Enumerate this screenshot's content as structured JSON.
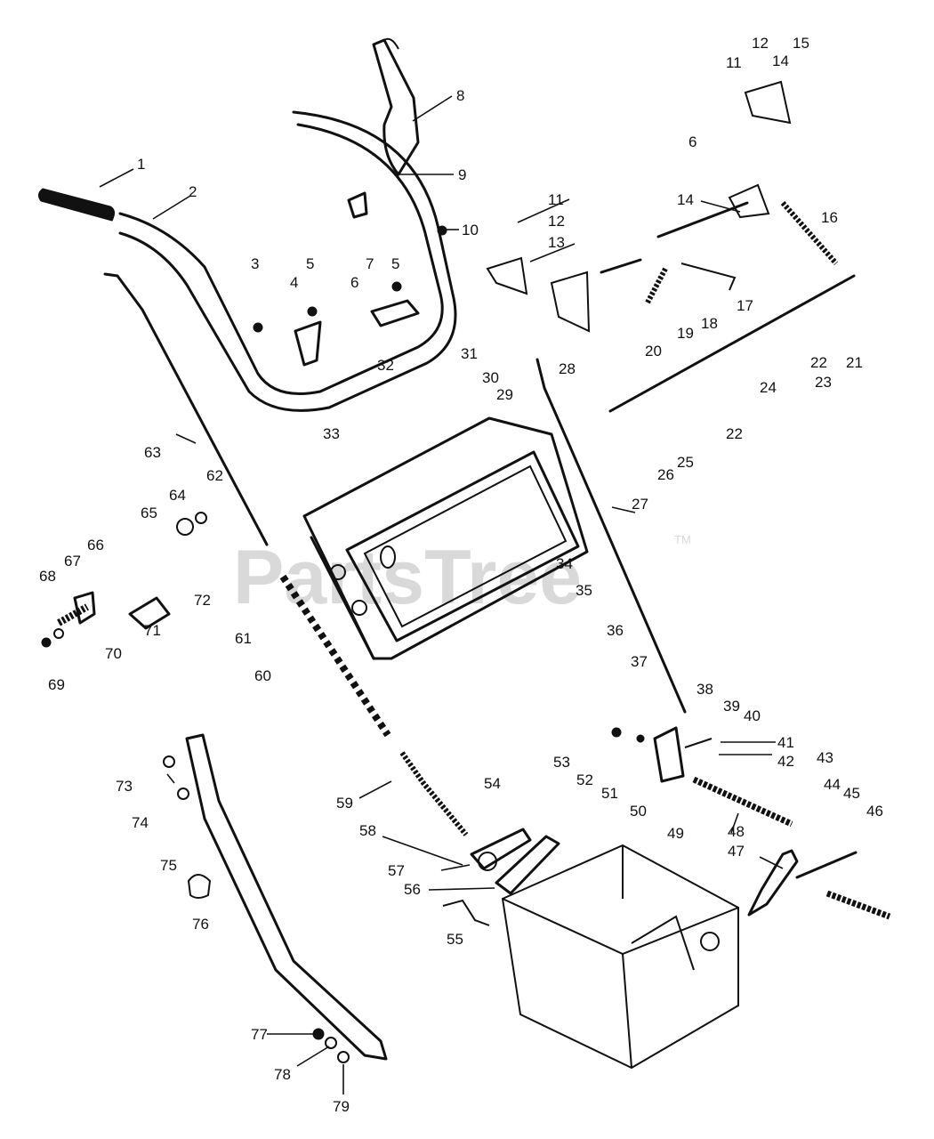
{
  "watermark": {
    "text": "PartsTree",
    "trademark": "TM"
  },
  "callouts": [
    "1",
    "2",
    "3",
    "4",
    "5",
    "5",
    "6",
    "6",
    "7",
    "8",
    "9",
    "10",
    "11",
    "11",
    "12",
    "12",
    "13",
    "14",
    "14",
    "15",
    "16",
    "17",
    "18",
    "19",
    "20",
    "21",
    "22",
    "22",
    "23",
    "24",
    "25",
    "26",
    "27",
    "28",
    "29",
    "30",
    "31",
    "32",
    "33",
    "34",
    "35",
    "36",
    "37",
    "38",
    "39",
    "40",
    "41",
    "42",
    "43",
    "44",
    "45",
    "46",
    "47",
    "48",
    "49",
    "50",
    "51",
    "52",
    "53",
    "54",
    "55",
    "56",
    "57",
    "58",
    "59",
    "60",
    "61",
    "62",
    "63",
    "64",
    "65",
    "66",
    "67",
    "68",
    "69",
    "70",
    "71",
    "72",
    "73",
    "74",
    "75",
    "76",
    "77",
    "78",
    "79"
  ]
}
